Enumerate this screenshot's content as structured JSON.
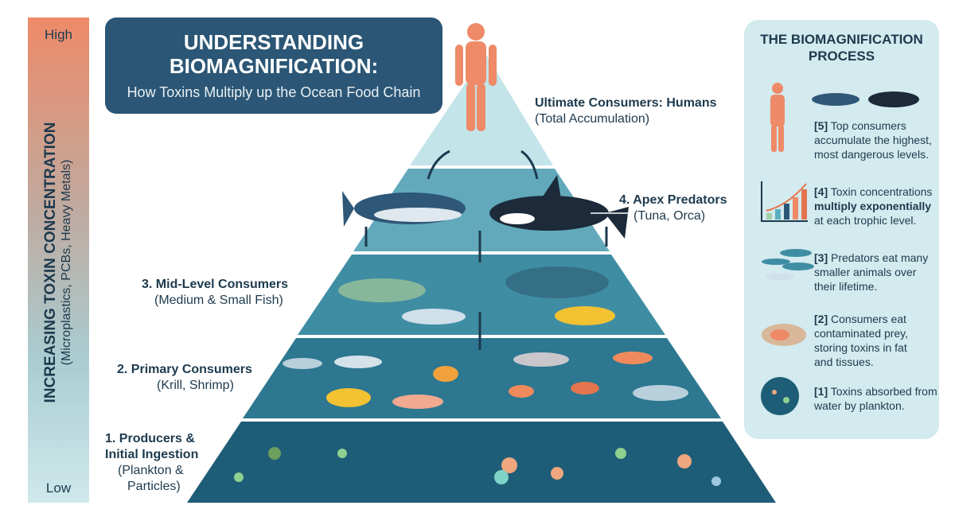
{
  "scale": {
    "high": "High",
    "low": "Low",
    "title": "INCREASING TOXIN CONCENTRATION",
    "subtitle": "(Microplastics, PCBs, Heavy Metals)"
  },
  "header": {
    "title_line1": "UNDERSTANDING",
    "title_line2": "BIOMAGNIFICATION:",
    "subtitle": "How Toxins Multiply up the Ocean Food Chain"
  },
  "levels": [
    {
      "name": "Ultimate Consumers: Humans",
      "detail": "(Total Accumulation)"
    },
    {
      "name": "4. Apex Predators",
      "detail": "(Tuna, Orca)"
    },
    {
      "name": "3. Mid-Level Consumers",
      "detail": "(Medium & Small Fish)"
    },
    {
      "name": "2. Primary Consumers",
      "detail": "(Krill, Shrimp)"
    },
    {
      "name": "1. Producers &",
      "name2": "Initial Ingestion",
      "detail": "(Plankton &",
      "detail2": "Particles)"
    }
  ],
  "process": {
    "title_line1": "THE BIOMAGNIFICATION",
    "title_line2": "PROCESS",
    "steps": [
      {
        "num": "[5]",
        "text": "Top consumers accumulate the highest, most dangerous levels."
      },
      {
        "num": "[4]",
        "text": "Toxin concentrations",
        "bold": "multiply exponentially",
        "text2": "at each trophic level."
      },
      {
        "num": "[3]",
        "text": "Predators eat many smaller animals over their lifetime."
      },
      {
        "num": "[2]",
        "text": "Consumers eat contaminated prey, storing toxins in fat and tissues."
      },
      {
        "num": "[1]",
        "text": "Toxins absorbed from water by plankton."
      }
    ]
  },
  "colors": {
    "tier_top": "#c3e4e9",
    "tier4": "#62aabb",
    "tier3": "#3f8da3",
    "tier2": "#2d7790",
    "tier1": "#1e5d77",
    "accent": "#ee8a68"
  }
}
